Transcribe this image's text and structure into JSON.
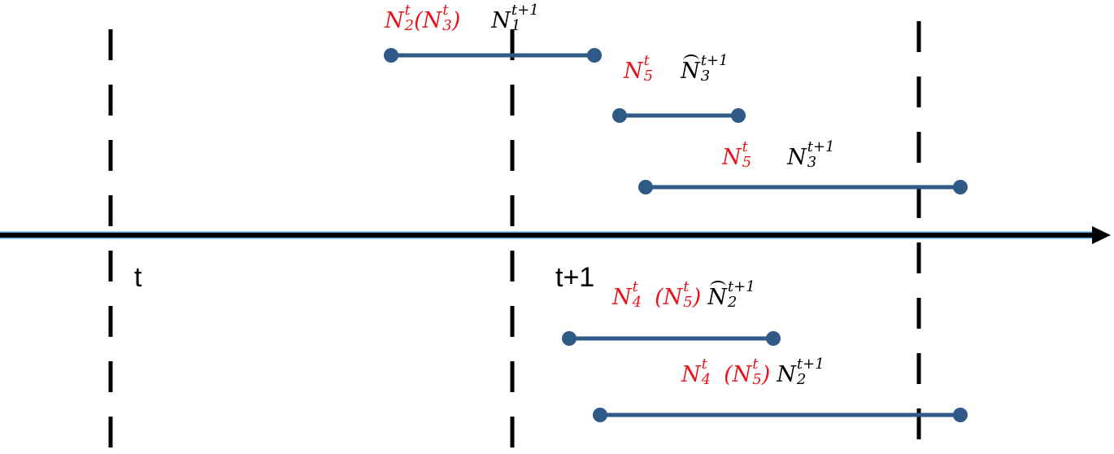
{
  "axis": {
    "tick_labels": [
      "t",
      "t+1"
    ]
  },
  "colors": {
    "axis": "#000000",
    "interval": "#2f5a87",
    "red_label": "#e8141b",
    "black_label": "#000000"
  },
  "intervals": [
    {
      "label_red": "N2t(N3t)",
      "label_black": "N1t+1"
    },
    {
      "label_red": "N5t",
      "label_black": "N̂3t+1"
    },
    {
      "label_red": "N5t",
      "label_black": "N3t+1"
    },
    {
      "label_red": "N4t (N5t)",
      "label_black": "N̂2t+1"
    },
    {
      "label_red": "N4t (N5t)",
      "label_black": "N2t+1"
    }
  ]
}
